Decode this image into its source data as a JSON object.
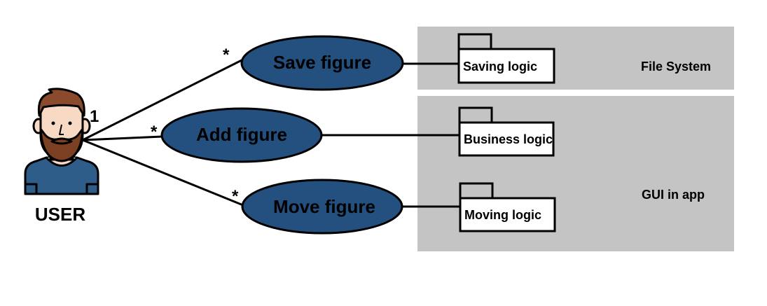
{
  "actor": {
    "name": "USER",
    "icon": "bearded-user-icon"
  },
  "multiplicity": {
    "actor_end": "1",
    "use_case_end": "*"
  },
  "use_cases": [
    {
      "label": "Save figure"
    },
    {
      "label": "Add figure"
    },
    {
      "label": "Move figure"
    }
  ],
  "zones": [
    {
      "label": "File System"
    },
    {
      "label": "GUI in app"
    }
  ],
  "packages": [
    {
      "label": "Saving logic"
    },
    {
      "label": "Business logic"
    },
    {
      "label": "Moving logic"
    }
  ],
  "colors": {
    "use_case_fill": "#23507f",
    "zone_fill": "#c4c4c4",
    "stroke": "#000000",
    "skin": "#f7d9c4",
    "hair": "#8b4a2b",
    "beard": "#7b3f22",
    "shirt": "#2f5d8a"
  }
}
